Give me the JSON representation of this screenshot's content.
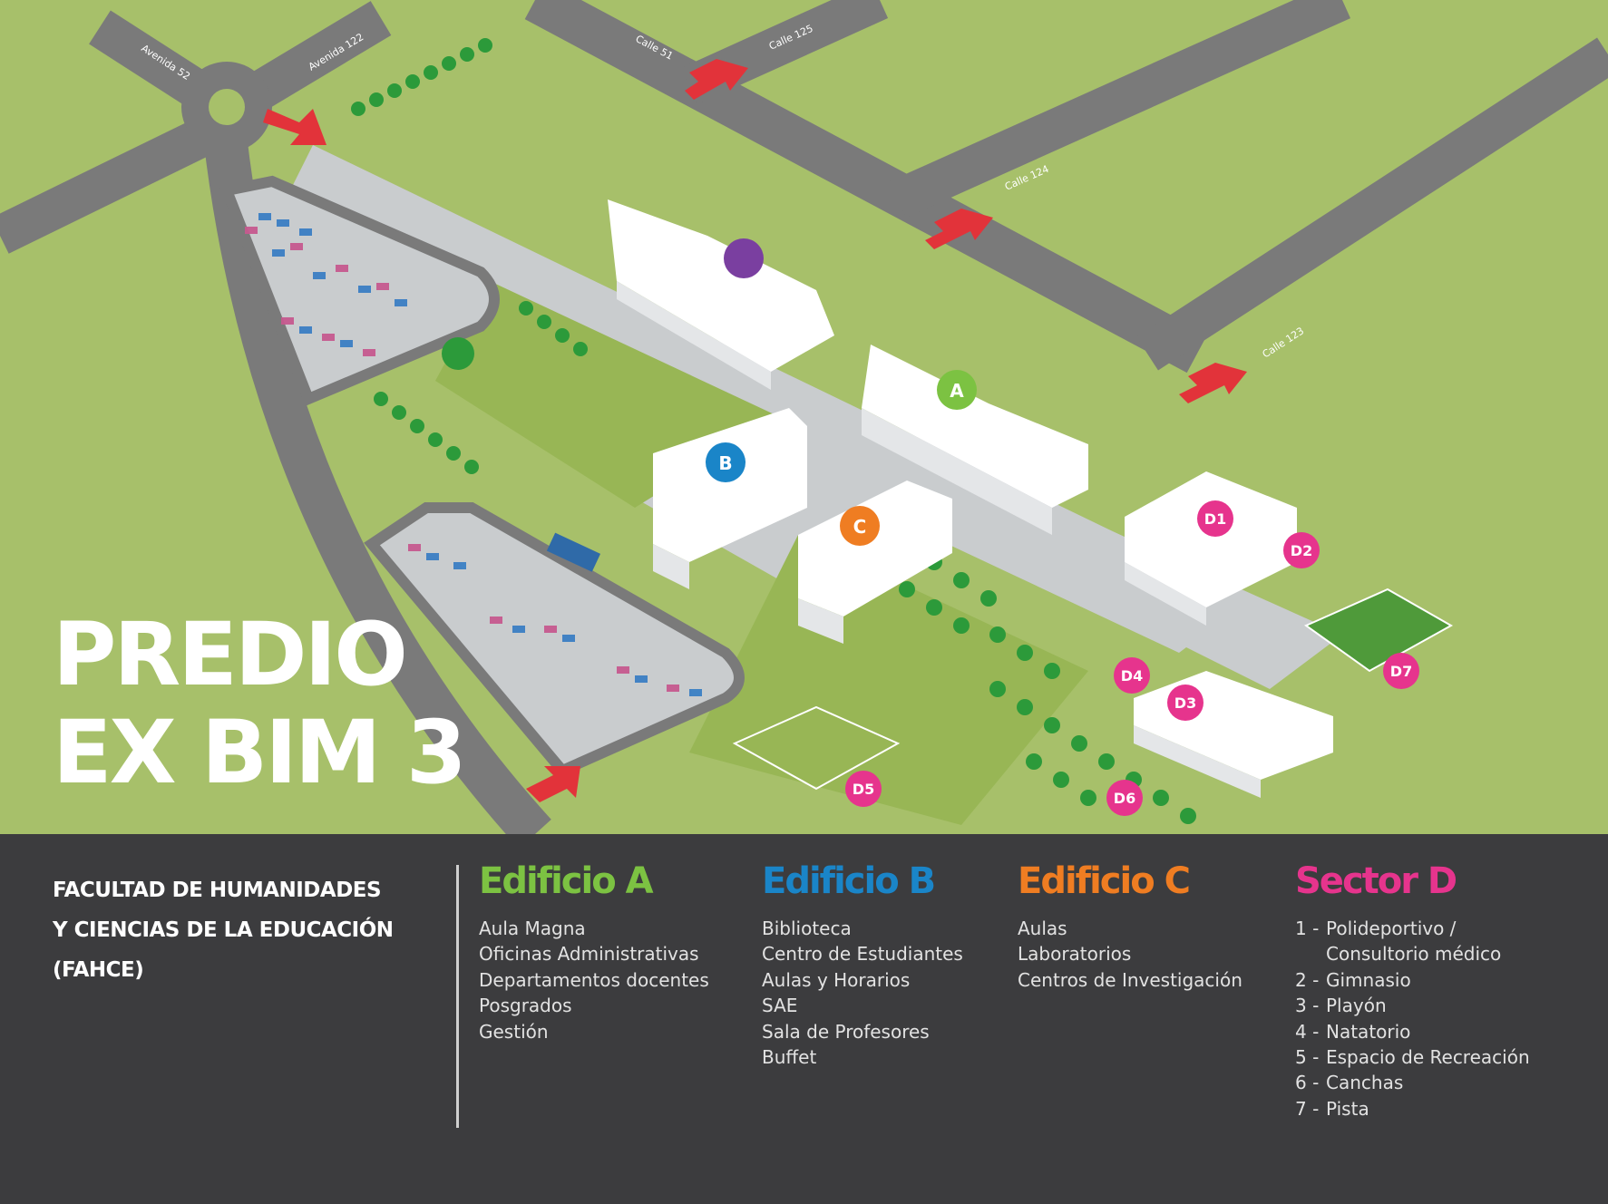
{
  "map": {
    "title_lines": [
      "PREDIO",
      "EX BIM 3"
    ],
    "street_labels": [
      "Avenida 52",
      "Avenida 122",
      "Calle 51",
      "Calle 125",
      "Calle 124",
      "Calle 123"
    ],
    "building_markers": [
      {
        "label": "A",
        "color": "#7cc242"
      },
      {
        "label": "B",
        "color": "#1a85c8"
      },
      {
        "label": "C",
        "color": "#ef7d22"
      }
    ],
    "sector_markers": [
      "D1",
      "D2",
      "D3",
      "D4",
      "D5",
      "D6",
      "D7"
    ],
    "colors": {
      "grass": "#a7c06a",
      "field": "#98b655",
      "road": "#7a7a7a",
      "pavement": "#c9ccce",
      "building": "#ffffff",
      "arrow": "#e2333a",
      "tree": "#2c9a3a",
      "marker_sector": "#e6348d"
    }
  },
  "legend": {
    "faculty_lines": [
      "FACULTAD DE HUMANIDADES",
      "Y CIENCIAS DE LA EDUCACIÓN",
      "(FAHCE)"
    ],
    "columns": [
      {
        "title": "Edificio A",
        "color": "#7cc242",
        "items": [
          "Aula Magna",
          "Oficinas Administrativas",
          "Departamentos docentes",
          "Posgrados",
          "Gestión"
        ]
      },
      {
        "title": "Edificio B",
        "color": "#1a85c8",
        "items": [
          "Biblioteca",
          "Centro de Estudiantes",
          "Aulas y Horarios",
          "SAE",
          "Sala de Profesores",
          "Buffet"
        ]
      },
      {
        "title": "Edificio C",
        "color": "#ef7d22",
        "items": [
          "Aulas",
          "Laboratorios",
          "Centros de Investigación"
        ]
      },
      {
        "title": "Sector D",
        "color": "#e6348d",
        "items": [
          {
            "num": "1 -",
            "text": "Polideportivo /"
          },
          {
            "num": "",
            "text": "Consultorio médico"
          },
          {
            "num": "2 -",
            "text": "Gimnasio"
          },
          {
            "num": "3 -",
            "text": "Playón"
          },
          {
            "num": "4 -",
            "text": "Natatorio"
          },
          {
            "num": "5 -",
            "text": "Espacio de Recreación"
          },
          {
            "num": "6 -",
            "text": "Canchas"
          },
          {
            "num": "7 -",
            "text": "Pista"
          }
        ]
      }
    ]
  }
}
